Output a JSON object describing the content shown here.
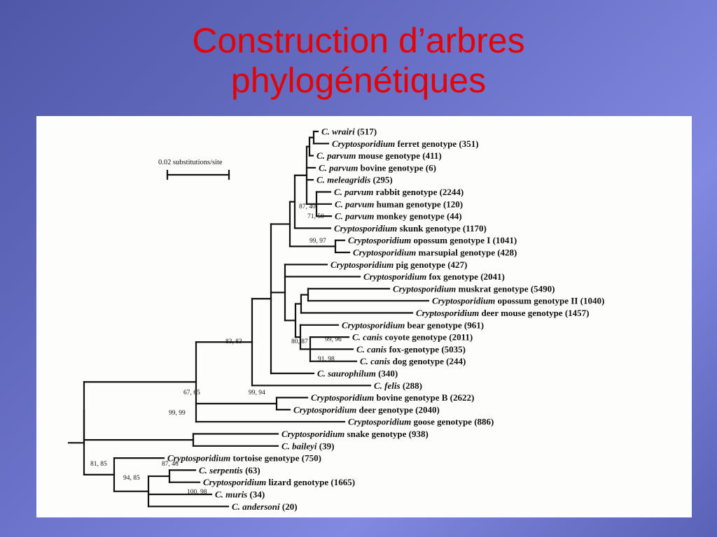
{
  "slide": {
    "title_line1": "Construction d’arbres",
    "title_line2": "phylogénétiques",
    "title_color": "#e60000"
  },
  "figure": {
    "scale_bar_label": "0.02 substitutions/site",
    "leaves": [
      {
        "it": "C. wrairi",
        "rest": " (517)"
      },
      {
        "it": "Cryptosporidium",
        "rest": " ferret genotype (351)"
      },
      {
        "it": "C. parvum",
        "rest": " mouse genotype (411)"
      },
      {
        "it": "C. parvum",
        "rest": " bovine genotype (6)"
      },
      {
        "it": "C. meleagridis",
        "rest": " (295)"
      },
      {
        "it": "C. parvum",
        "rest": " rabbit genotype (2244)"
      },
      {
        "it": "C. parvum",
        "rest": " human genotype (120)"
      },
      {
        "it": "C. parvum",
        "rest": " monkey genotype (44)"
      },
      {
        "it": "Cryptosporidium",
        "rest": " skunk genotype (1170)"
      },
      {
        "it": "Cryptosporidium",
        "rest": " opossum genotype I  (1041)"
      },
      {
        "it": "Cryptosporidium",
        "rest": " marsupial genotype (428)"
      },
      {
        "it": "Cryptosporidium",
        "rest": " pig genotype (427)"
      },
      {
        "it": "Cryptosporidium",
        "rest": " fox genotype (2041)"
      },
      {
        "it": "Cryptosporidium",
        "rest": " muskrat genotype (5490)"
      },
      {
        "it": "Cryptosporidium",
        "rest": " opossum genotype II (1040)"
      },
      {
        "it": "Cryptosporidium",
        "rest": " deer mouse genotype (1457)"
      },
      {
        "it": "Cryptosporidium",
        "rest": " bear genotype (961)"
      },
      {
        "it": "C. canis",
        "rest": " coyote genotype (2011)"
      },
      {
        "it": "C. canis",
        "rest": " fox-genotype (5035)"
      },
      {
        "it": "C. canis",
        "rest": " dog genotype (244)"
      },
      {
        "it": "C. saurophilum",
        "rest": " (340)"
      },
      {
        "it": "C. felis",
        "rest": " (288)"
      },
      {
        "it": "Cryptosporidium",
        "rest": " bovine genotype B (2622)"
      },
      {
        "it": "Cryptosporidium",
        "rest": " deer genotype (2040)"
      },
      {
        "it": "Cryptosporidium",
        "rest": " goose genotype (886)"
      },
      {
        "it": "Cryptosporidium",
        "rest": " snake genotype (938)"
      },
      {
        "it": "C. baileyi",
        "rest": " (39)"
      },
      {
        "it": "Cryptosporidium",
        "rest": " tortoise genotype (750)"
      },
      {
        "it": "C. serpentis",
        "rest": " (63)"
      },
      {
        "it": "Cryptosporidium",
        "rest": " lizard genotype (1665)"
      },
      {
        "it": "C. muris",
        "rest": " (34)"
      },
      {
        "it": "C. andersoni",
        "rest": " (20)"
      }
    ],
    "bootstrap": [
      "87, 40",
      "71, 50",
      "99, 97",
      "80, 87",
      "99, 96",
      "91, 98",
      "83, 83",
      "99, 94",
      "67, 65",
      "99, 99",
      "81, 85",
      "87, 46",
      "94, 85",
      "100, 98"
    ]
  }
}
